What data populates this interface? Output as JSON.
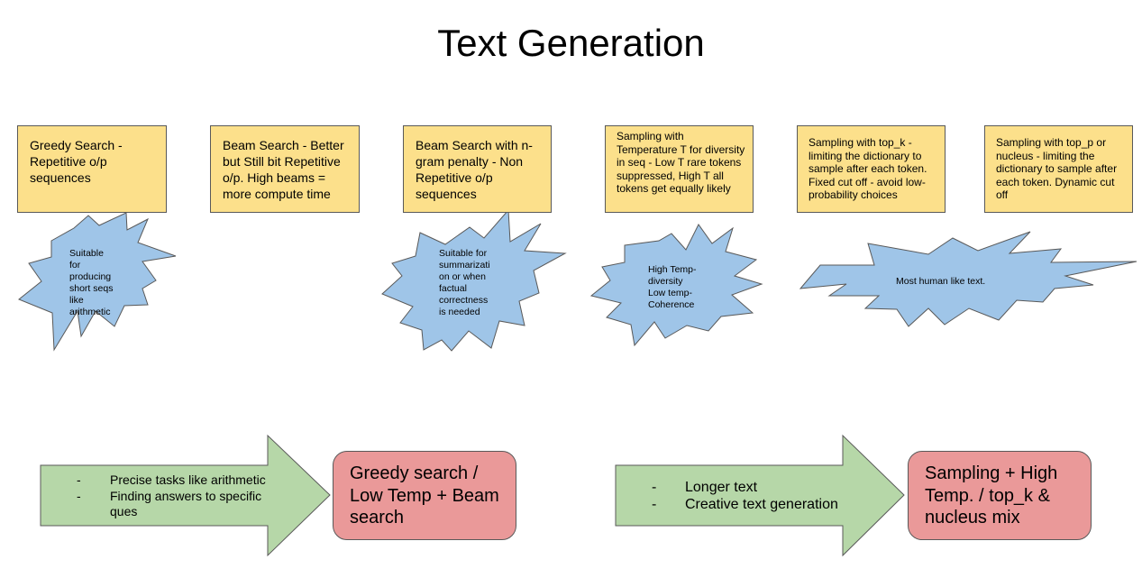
{
  "title": "Text Generation",
  "notes": [
    {
      "text": "Greedy Search - Repetitive o/p sequences"
    },
    {
      "text": "Beam Search - Better but Still bit Repetitive o/p. High beams = more compute time"
    },
    {
      "text": "Beam Search with n-gram penalty - Non Repetitive o/p sequences"
    },
    {
      "text": "Sampling with Temperature T for diversity in seq - Low T rare tokens suppressed, High T all tokens get equally likely"
    },
    {
      "text": "Sampling with top_k - limiting the dictionary to sample after each token. Fixed cut off - avoid low-probability choices"
    },
    {
      "text": "Sampling with top_p or nucleus - limiting the dictionary to sample after each token. Dynamic cut off"
    }
  ],
  "bursts": [
    {
      "lines": [
        "Suitable",
        "for",
        "producing",
        "short seqs",
        "like",
        "arithmetic"
      ]
    },
    {
      "lines": [
        "Suitable for",
        "summarizati",
        "on or when",
        "factual",
        "correctness",
        "is needed"
      ]
    },
    {
      "lines": [
        "High Temp-",
        "diversity",
        "Low temp-",
        "Coherence"
      ]
    },
    {
      "lines": [
        "Most human like text."
      ]
    }
  ],
  "arrows": [
    {
      "items": [
        "Precise tasks like arithmetic",
        "Finding answers to specific ques"
      ]
    },
    {
      "items": [
        "Longer text",
        "Creative text generation"
      ]
    }
  ],
  "results": [
    {
      "text": "Greedy search / Low Temp + Beam search"
    },
    {
      "text": "Sampling + High Temp. / top_k & nucleus mix"
    }
  ],
  "colors": {
    "note_fill": "#fce08b",
    "burst_fill": "#9fc5e8",
    "arrow_fill": "#b6d7a8",
    "result_fill": "#ea9999",
    "outline": "#595959"
  }
}
